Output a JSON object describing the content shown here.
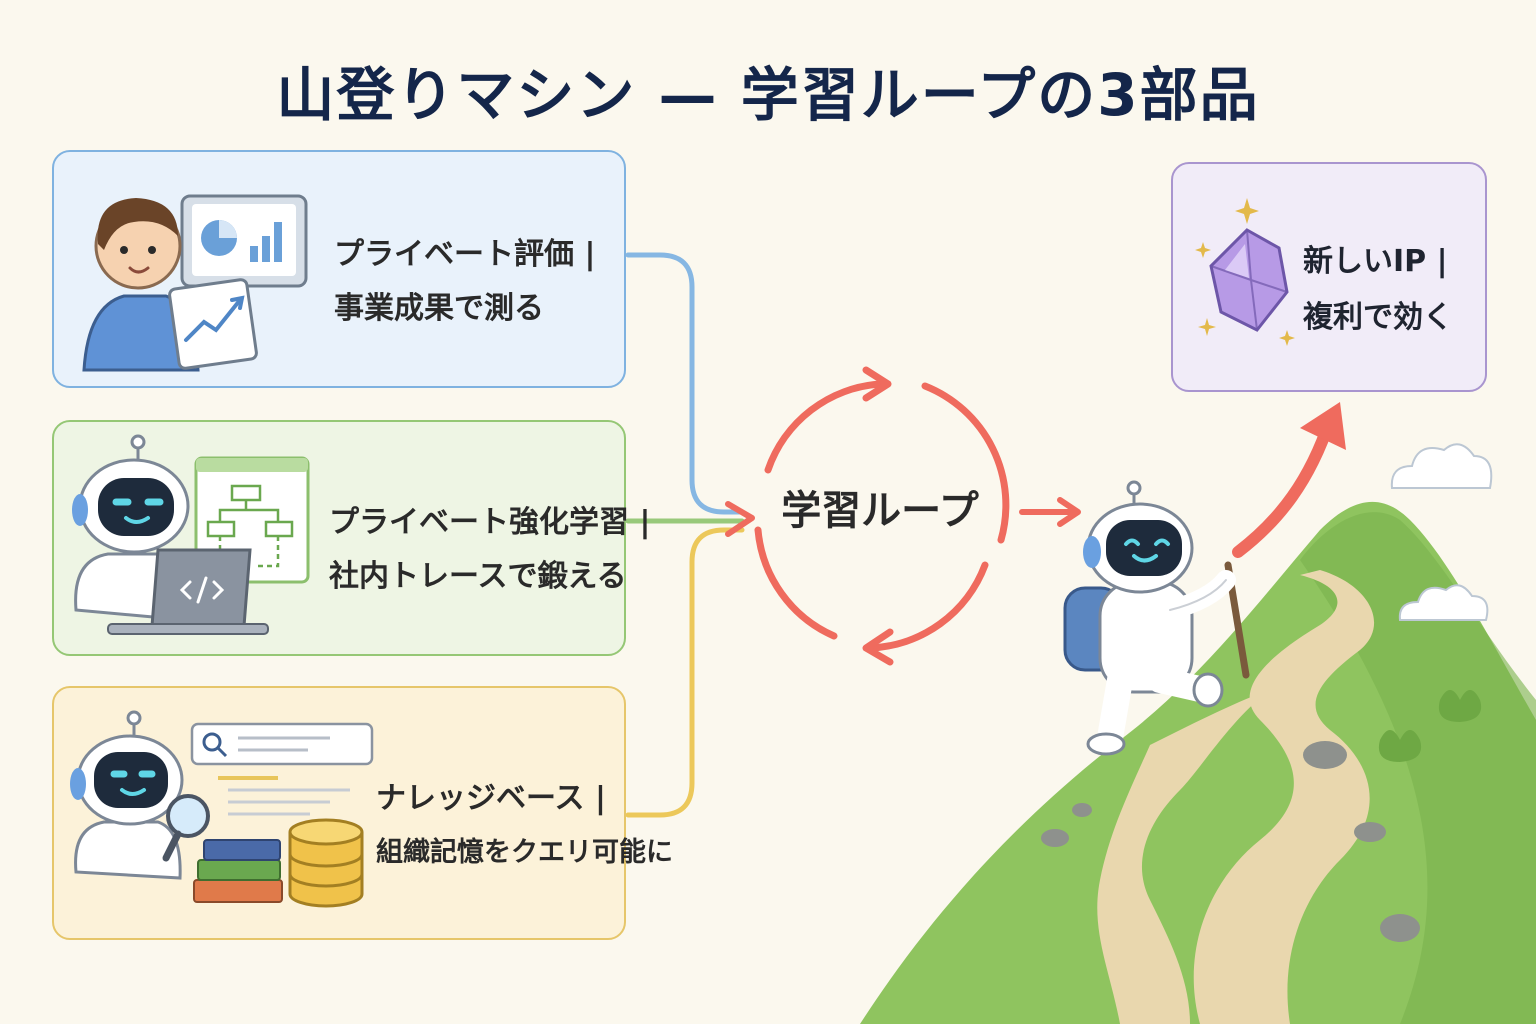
{
  "title": "山登りマシン — 学習ループの3部品",
  "cards": [
    {
      "id": "eval",
      "line1": "プライベート評価 |",
      "line2": "事業成果で測る",
      "accent": "#7fb2e0"
    },
    {
      "id": "rl",
      "line1": "プライベート強化学習 |",
      "line2": "社内トレースで鍛える",
      "accent": "#95c775"
    },
    {
      "id": "kb",
      "line1": "ナレッジベース |",
      "line2": "組織記憶をクエリ可能に",
      "accent": "#e6c66a"
    }
  ],
  "loop": {
    "label": "学習ループ",
    "color": "#ef6b5e"
  },
  "outcome": {
    "line1": "新しいIP |",
    "line2": "複利で効く",
    "accent": "#a995cf"
  },
  "icons": [
    "person-icon",
    "dashboard-icon",
    "robot-icon",
    "laptop-code-icon",
    "flowchart-icon",
    "magnifier-icon",
    "books-icon",
    "database-icon",
    "crystal-icon",
    "sparkle-icon",
    "mountain-icon",
    "cloud-icon",
    "hiking-robot-icon"
  ],
  "colors": {
    "background": "#fbf8ee",
    "title": "#14264a"
  }
}
